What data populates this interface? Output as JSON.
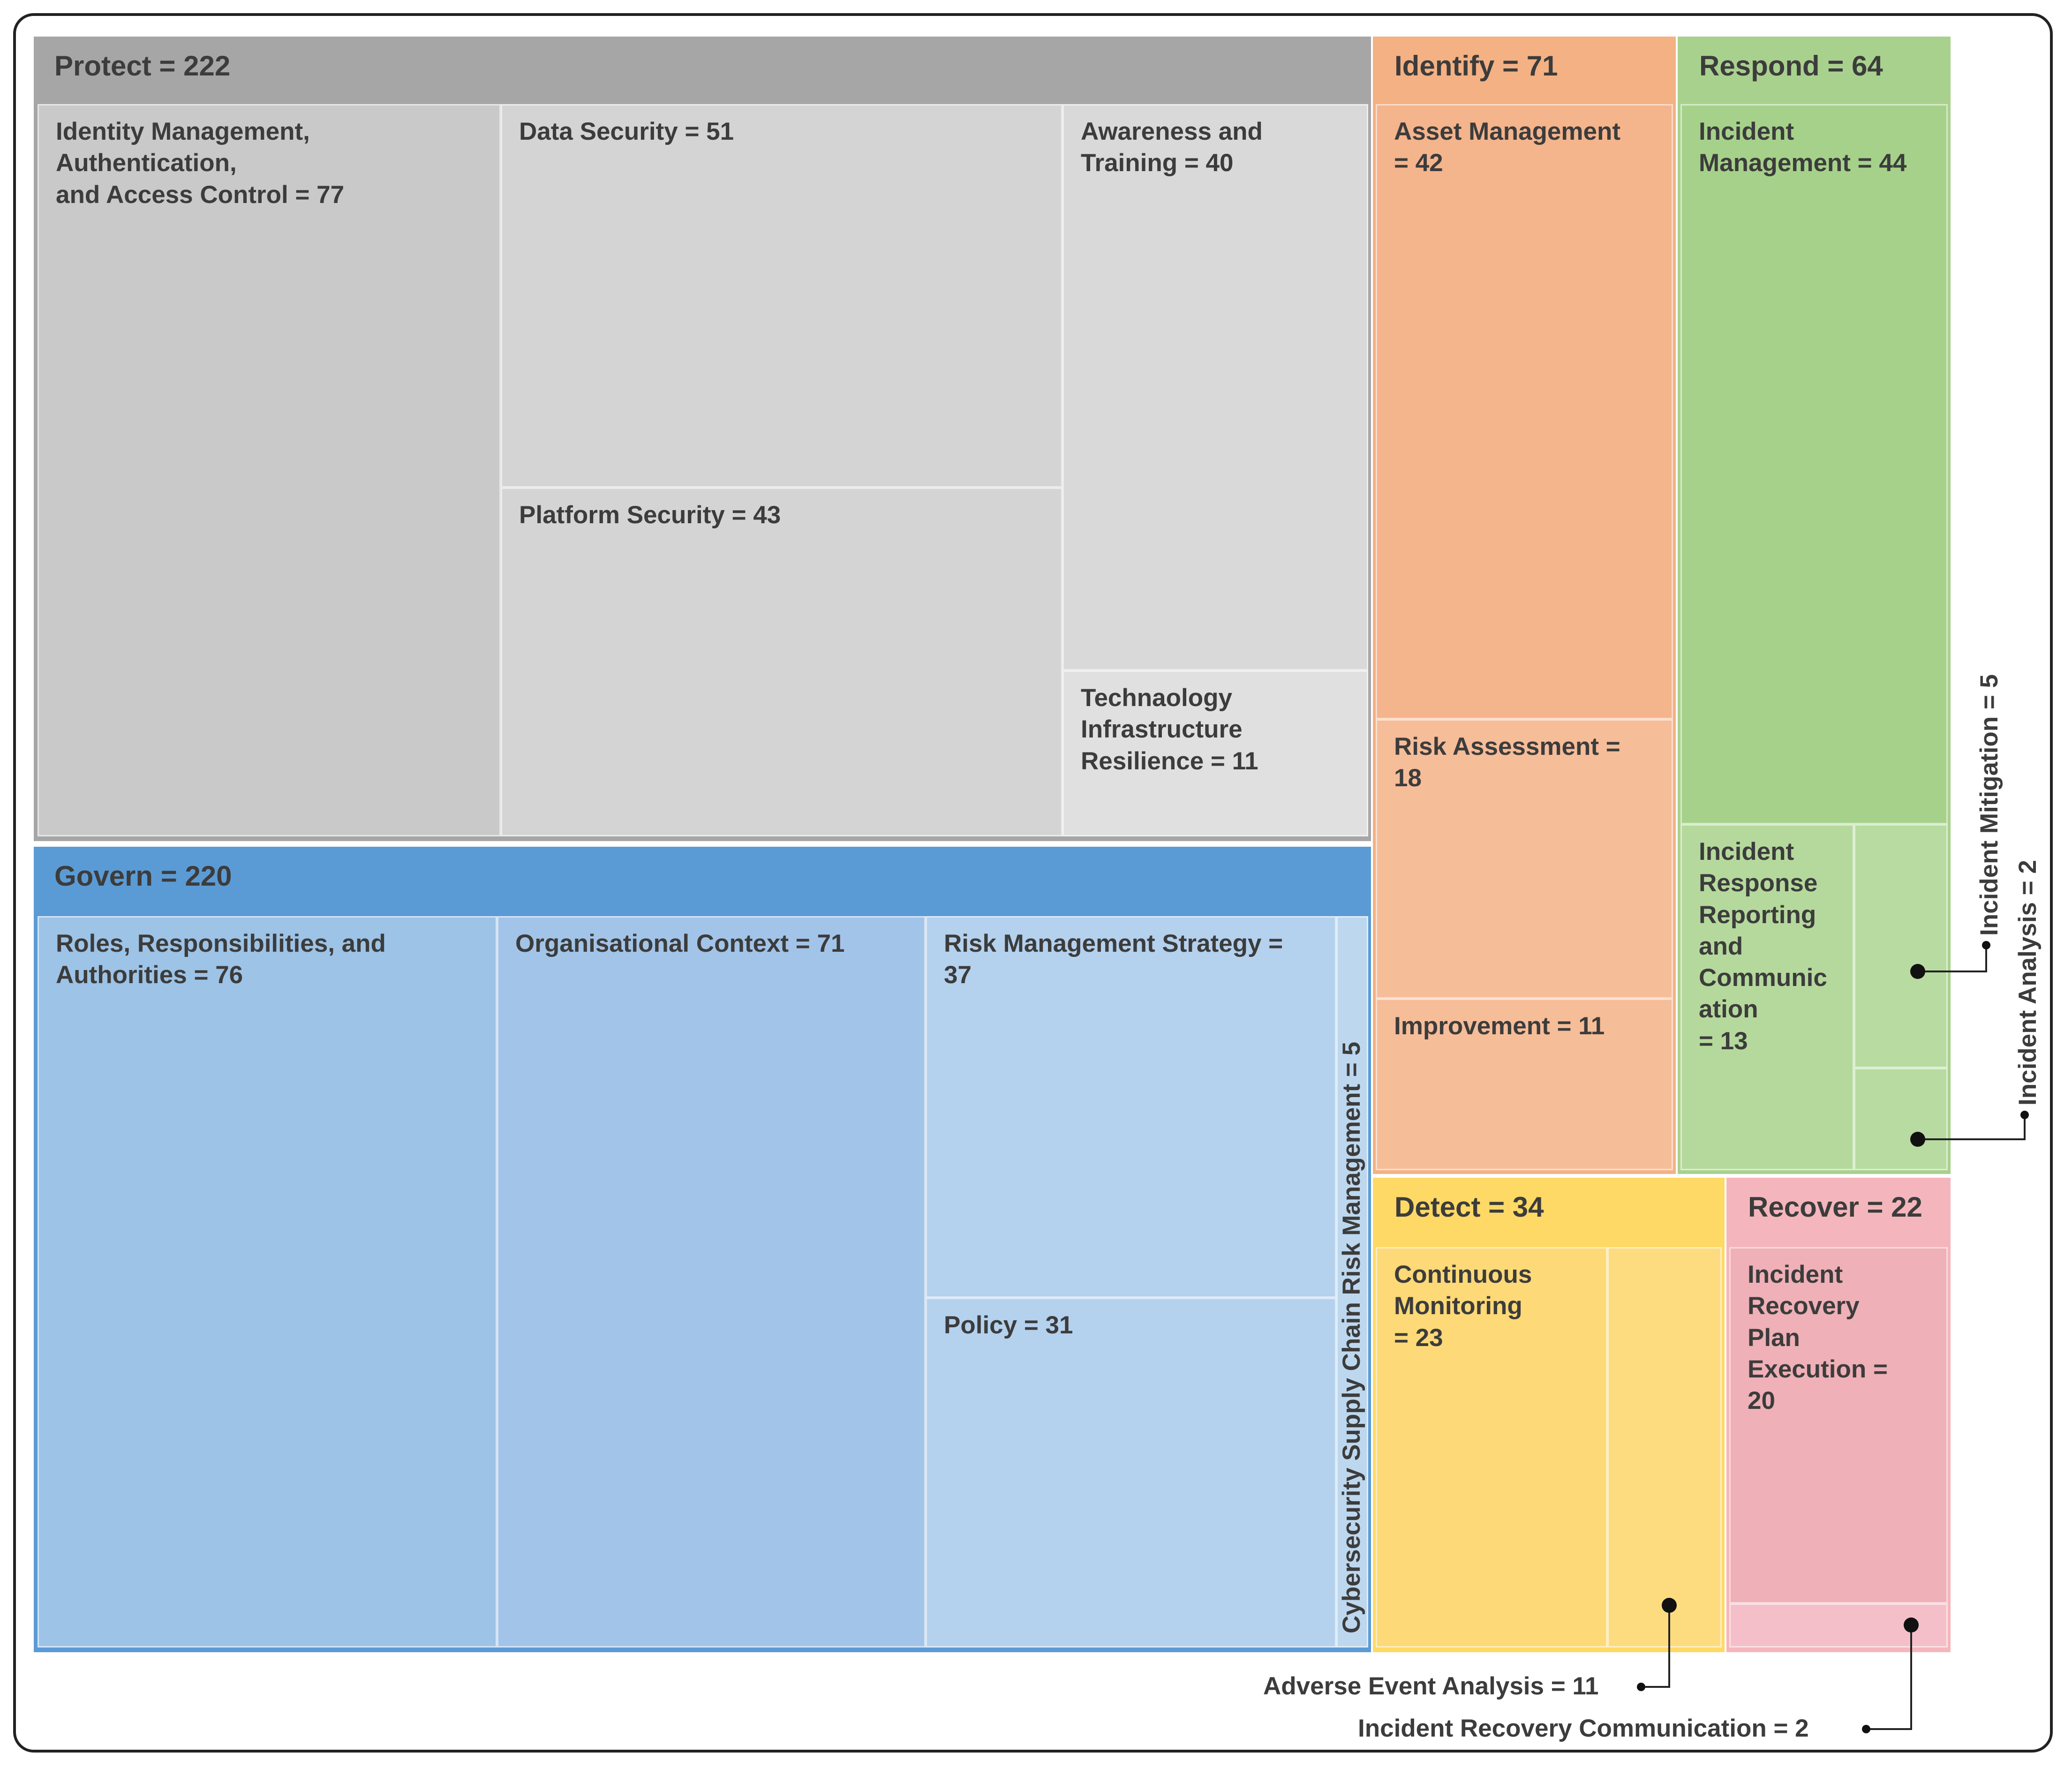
{
  "chart_data": {
    "type": "treemap",
    "groups": [
      {
        "name": "Protect",
        "value": 222,
        "color": "#a6a6a6",
        "label": "Protect = 222",
        "children": [
          {
            "name": "Identity Management, Authentication, and Access Control",
            "value": 77,
            "label": "Identity Management,\nAuthentication,\nand Access Control = 77",
            "color": "#c9c9c9"
          },
          {
            "name": "Data Security",
            "value": 51,
            "label": "Data Security = 51",
            "color": "#d4d4d4"
          },
          {
            "name": "Platform Security",
            "value": 43,
            "label": "Platform Security = 43",
            "color": "#d4d4d4"
          },
          {
            "name": "Awareness and Training",
            "value": 40,
            "label": "Awareness and\nTraining = 40",
            "color": "#d9d9d9"
          },
          {
            "name": "Technaology Infrastructure Resilience",
            "value": 11,
            "label": "Technaology\nInfrastructure\nResilience = 11",
            "color": "#e0e0e0"
          }
        ]
      },
      {
        "name": "Govern",
        "value": 220,
        "color": "#5b9bd5",
        "label": "Govern = 220",
        "children": [
          {
            "name": "Roles, Responsibilities, and Authorities",
            "value": 76,
            "label": "Roles, Responsibilities, and\nAuthorities = 76",
            "color": "#9dc3e6"
          },
          {
            "name": "Organisational Context",
            "value": 71,
            "label": "Organisational Context = 71",
            "color": "#a2c4e8"
          },
          {
            "name": "Risk Management Strategy",
            "value": 37,
            "label": "Risk Management Strategy =\n37",
            "color": "#b4d1ee"
          },
          {
            "name": "Policy",
            "value": 31,
            "label": "Policy = 31",
            "color": "#b4d1ee"
          },
          {
            "name": "Cybersecurity Supply Chain Risk Management",
            "value": 5,
            "label": "Cybersecurity Supply Chain Risk Management = 5",
            "color": "#bdd7ee"
          }
        ]
      },
      {
        "name": "Identify",
        "value": 71,
        "color": "#f4b183",
        "label": "Identify = 71",
        "children": [
          {
            "name": "Asset Management",
            "value": 42,
            "label": "Asset Management\n= 42",
            "color": "#f4b48c"
          },
          {
            "name": "Risk Assessment",
            "value": 18,
            "label": "Risk Assessment =\n18",
            "color": "#f6bd99"
          },
          {
            "name": "Improvement",
            "value": 11,
            "label": "Improvement = 11",
            "color": "#f6bd99"
          }
        ]
      },
      {
        "name": "Respond",
        "value": 64,
        "color": "#a9d18e",
        "label": "Respond = 64",
        "children": [
          {
            "name": "Incident Management",
            "value": 44,
            "label": "Incident\nManagement = 44",
            "color": "#a6d18a"
          },
          {
            "name": "Incident Response Reporting and Communication",
            "value": 13,
            "label": "Incident\nResponse\nReporting\nand\nCommunic\nation\n= 13",
            "color": "#b5d99c"
          },
          {
            "name": "Incident Mitigation",
            "value": 5,
            "label": "Incident Mitigation = 5",
            "color": "#b7dba0"
          },
          {
            "name": "Incident Analysis",
            "value": 2,
            "label": "Incident Analysis = 2",
            "color": "#b7dba0"
          }
        ]
      },
      {
        "name": "Detect",
        "value": 34,
        "color": "#ffd966",
        "label": "Detect = 34",
        "children": [
          {
            "name": "Continuous Monitoring",
            "value": 23,
            "label": "Continuous\nMonitoring\n= 23",
            "color": "#fdd977"
          },
          {
            "name": "Adverse Event Analysis",
            "value": 11,
            "label": "Adverse Event Analysis = 11",
            "color": "#fddc80"
          }
        ]
      },
      {
        "name": "Recover",
        "value": 22,
        "color": "#f4b6bc",
        "label": "Recover = 22",
        "children": [
          {
            "name": "Incident Recovery Plan Execution",
            "value": 20,
            "label": "Incident\nRecovery\nPlan\nExecution =\n20",
            "color": "#efb0b7"
          },
          {
            "name": "Incident Recovery Communication",
            "value": 2,
            "label": "Incident Recovery Communication = 2",
            "color": "#f5bfc9"
          }
        ]
      }
    ]
  }
}
